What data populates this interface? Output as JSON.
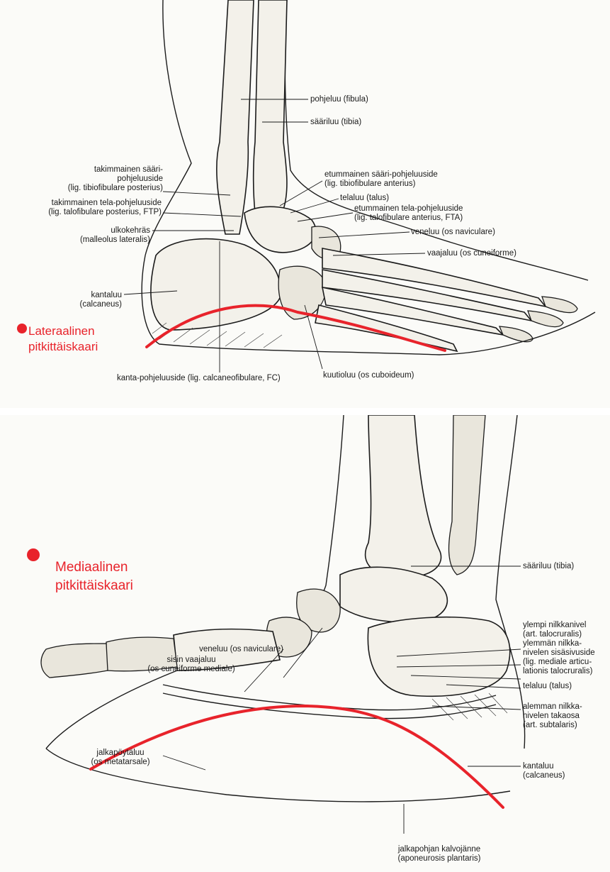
{
  "top": {
    "arch_title": "Lateraalinen\npitkittäiskaari",
    "labels": {
      "fibula": "pohjeluu (fibula)",
      "tibia": "sääriluu (tibia)",
      "post_tibiofib": "takimmainen sääri-\npohjeluuside\n(lig. tibiofibulare posterius)",
      "post_talofib": "takimmainen tela-pohjeluuside\n(lig. talofibulare posterius, FTP)",
      "malleolus": "ulkokehräs\n(malleolus lateralis)",
      "calcaneus": "kantaluu\n(calcaneus)",
      "ant_tibiofib": "etummainen sääri-pohjeluuside\n(lig. tibiofibulare anterius)",
      "talus": "telaluu (talus)",
      "ant_talofib": "etummainen tela-pohjeluuside\n(lig. talofibulare anterius, FTA)",
      "navicular": "veneluu (os naviculare)",
      "cuneiform": "vaajaluu (os cuneiforme)",
      "calcaneofib": "kanta-pohjeluuside (lig. calcaneofibulare, FC)",
      "cuboid": "kuutioluu (os cuboideum)"
    }
  },
  "bottom": {
    "arch_title": "Mediaalinen\npitkittäiskaari",
    "labels": {
      "tibia": "sääriluu (tibia)",
      "talocrural": "ylempi nilkkanivel\n(art. talocruralis)",
      "medial_lig": "ylemmän nilkka-\nnivelen sisäsivuside\n(lig. mediale articu-\nlationis talocruralis)",
      "talus": "telaluu (talus)",
      "subtalar": "alemman nilkka-\nnivelen takaosa\n(art. subtalaris)",
      "calcaneus": "kantaluu\n(calcaneus)",
      "navicular": "veneluu (os naviculare)",
      "cuneiform_med": "sisin vaajaluu\n(os cuneiforme mediale)",
      "metatarsal": "jalkapöytäluu\n(os metatarsale)",
      "aponeurosis": "jalkapohjan kalvojänne\n(aponeurosis plantaris)"
    }
  },
  "colors": {
    "arch": "#e8232b",
    "ink": "#1a1a1a",
    "paper": "#fbfbf8"
  }
}
